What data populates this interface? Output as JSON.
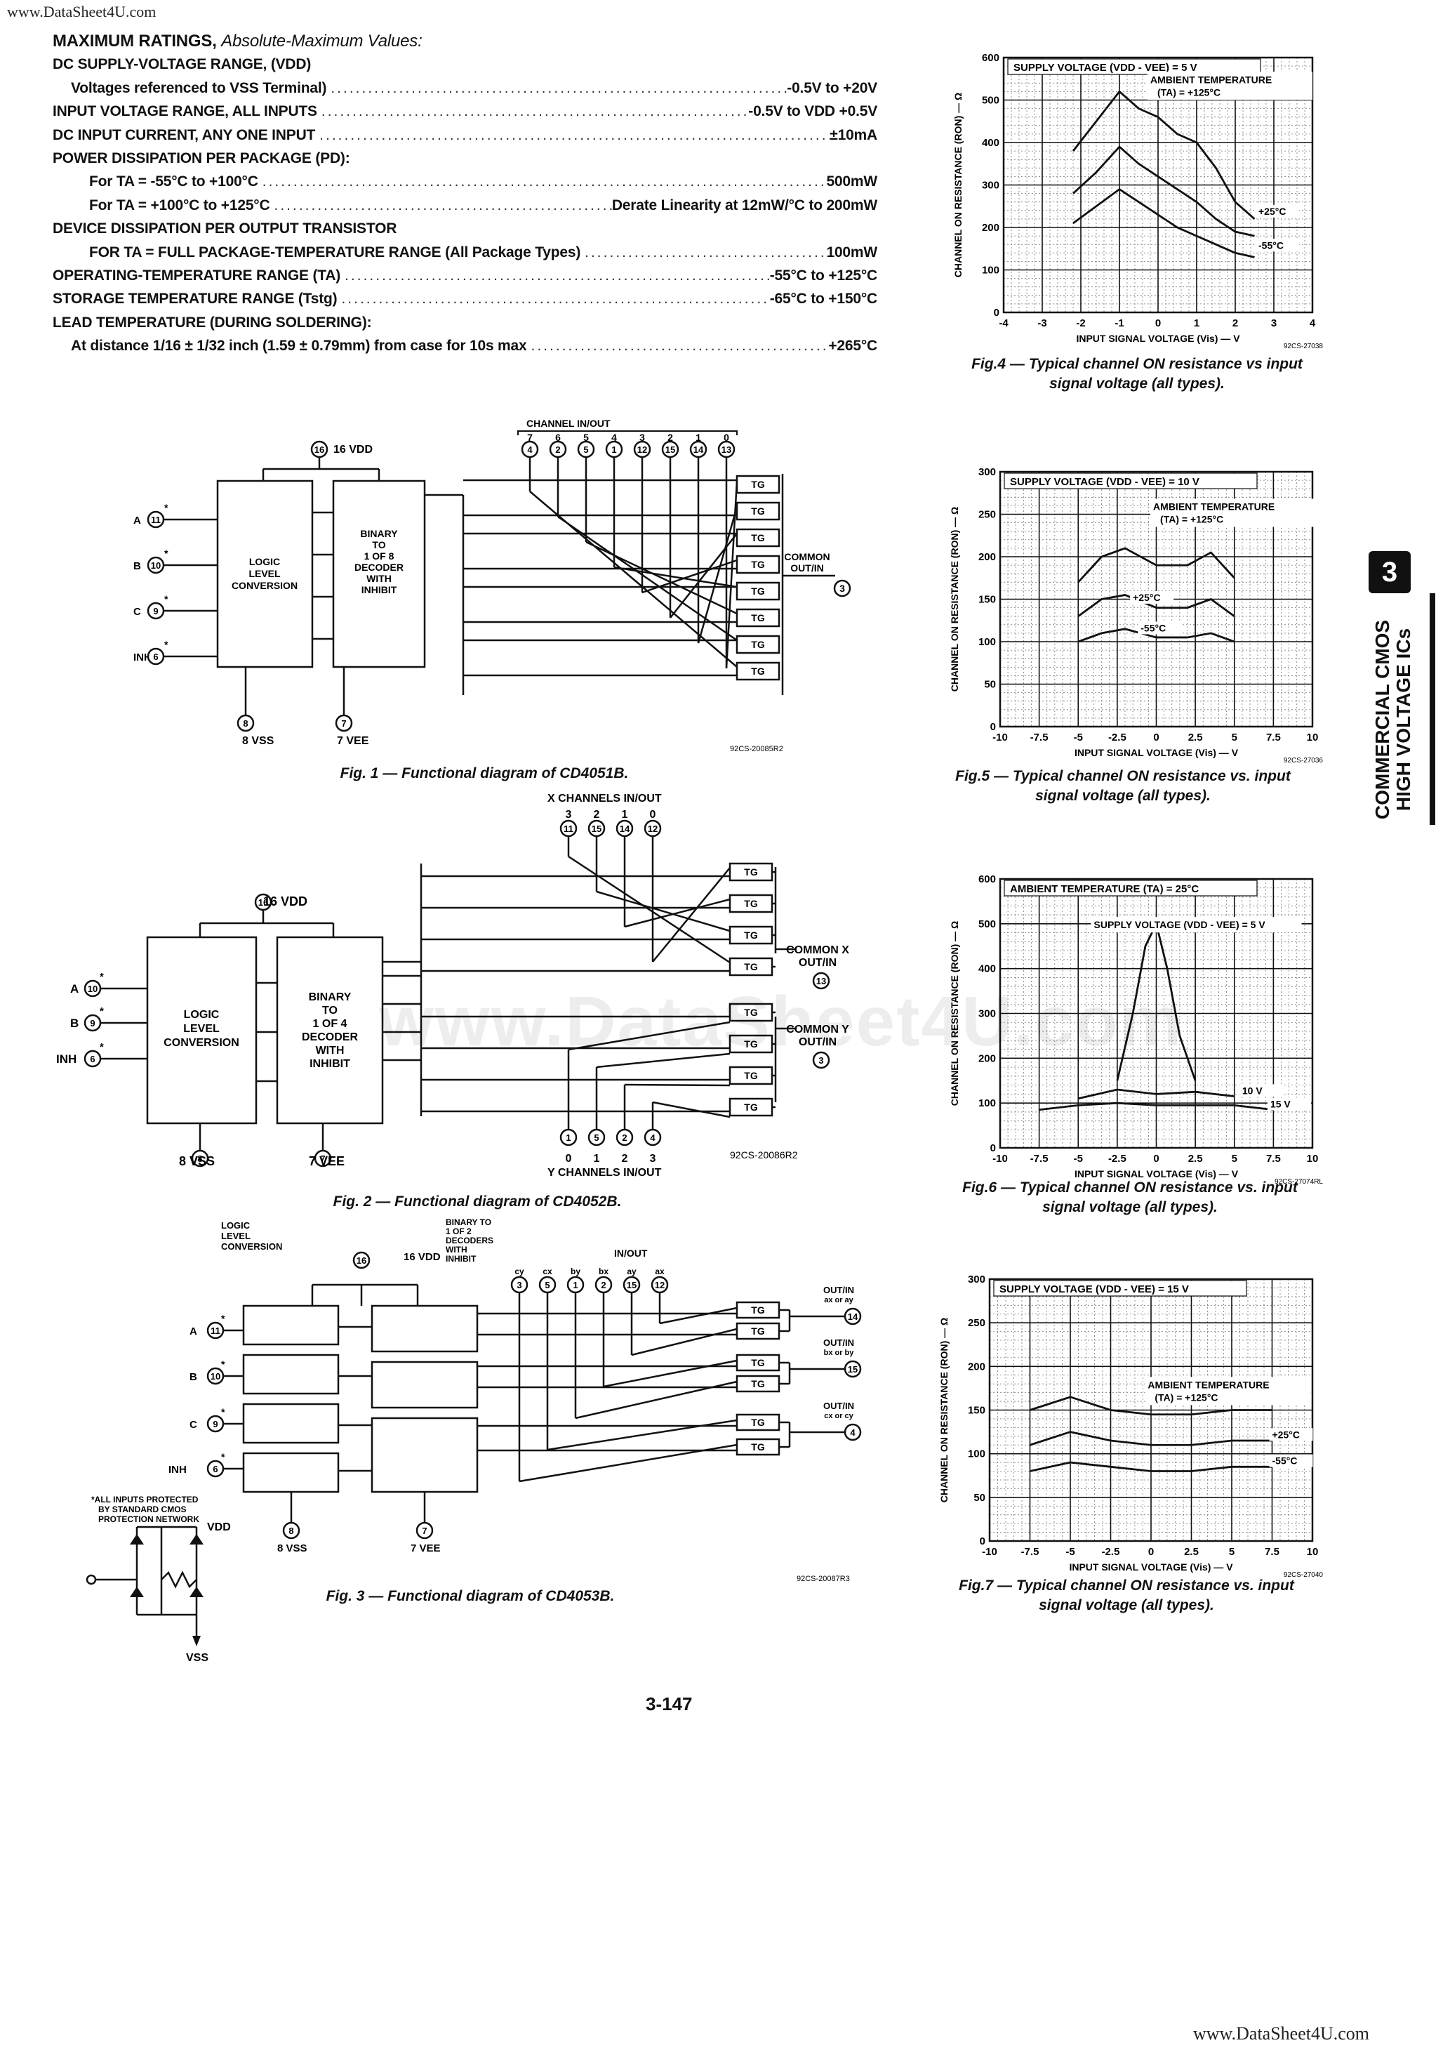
{
  "header": {
    "url_top": "www.DataSheet4U.com",
    "url_bottom": "www.DataSheet4U.com",
    "watermark": "www.DataSheet4U.com"
  },
  "ratings": {
    "title": "MAXIMUM RATINGS,",
    "title_italic": "Absolute-Maximum Values:",
    "rows": [
      {
        "label": "DC SUPPLY-VOLTAGE RANGE, (VDD)",
        "value": ""
      },
      {
        "label": "Voltages referenced to VSS Terminal)",
        "value": "-0.5V to +20V"
      },
      {
        "label": "INPUT VOLTAGE RANGE, ALL INPUTS",
        "value": "-0.5V to VDD +0.5V"
      },
      {
        "label": "DC INPUT CURRENT, ANY ONE INPUT",
        "value": "±10mA"
      },
      {
        "label": "POWER DISSIPATION PER PACKAGE (PD):",
        "value": ""
      },
      {
        "label": "For TA = -55°C to +100°C",
        "value": "500mW"
      },
      {
        "label": "For TA = +100°C to +125°C",
        "value": "Derate Linearity at 12mW/°C to 200mW"
      },
      {
        "label": "DEVICE DISSIPATION PER OUTPUT TRANSISTOR",
        "value": ""
      },
      {
        "label": "FOR TA = FULL PACKAGE-TEMPERATURE RANGE (All Package Types)",
        "value": "100mW"
      },
      {
        "label": "OPERATING-TEMPERATURE RANGE (TA)",
        "value": "-55°C to +125°C"
      },
      {
        "label": "STORAGE TEMPERATURE RANGE (Tstg)",
        "value": "-65°C to +150°C"
      },
      {
        "label": "LEAD TEMPERATURE (DURING SOLDERING):",
        "value": ""
      },
      {
        "label": "At distance 1/16 ± 1/32 inch (1.59 ± 0.79mm) from case for 10s max",
        "value": "+265°C"
      }
    ]
  },
  "fig1": {
    "caption": "Fig. 1 — Functional diagram of CD4051B.",
    "code": "92CS-20085R2",
    "channel_title": "CHANNEL IN/OUT",
    "channel_nums": [
      "7",
      "6",
      "5",
      "4",
      "3",
      "2",
      "1",
      "0"
    ],
    "channel_pins": [
      "4",
      "2",
      "5",
      "1",
      "12",
      "15",
      "14",
      "13"
    ],
    "vdd": "VDD",
    "vdd_pin": "16",
    "vss": "VSS",
    "vss_pin": "8",
    "vee": "VEE",
    "vee_pin": "7",
    "inputs": [
      {
        "name": "A",
        "pin": "11"
      },
      {
        "name": "B",
        "pin": "10"
      },
      {
        "name": "C",
        "pin": "9"
      },
      {
        "name": "INH",
        "pin": "6"
      }
    ],
    "block1": [
      "LOGIC",
      "LEVEL",
      "CONVERSION"
    ],
    "block2": [
      "BINARY",
      "TO",
      "1 OF 8",
      "DECODER",
      "WITH",
      "INHIBIT"
    ],
    "tg": "TG",
    "common": [
      "COMMON",
      "OUT/IN"
    ],
    "common_pin": "3"
  },
  "fig2": {
    "caption": "Fig. 2 — Functional diagram of CD4052B.",
    "code": "92CS-20086R2",
    "x_title": "X CHANNELS IN/OUT",
    "x_nums": [
      "3",
      "2",
      "1",
      "0"
    ],
    "x_pins": [
      "11",
      "15",
      "14",
      "12"
    ],
    "y_title": "Y CHANNELS IN/OUT",
    "y_nums": [
      "0",
      "1",
      "2",
      "3"
    ],
    "y_pins": [
      "1",
      "5",
      "2",
      "4"
    ],
    "vdd": "VDD",
    "vdd_pin": "16",
    "vss": "VSS",
    "vss_pin": "8",
    "vee": "VEE",
    "vee_pin": "7",
    "inputs": [
      {
        "name": "A",
        "pin": "10"
      },
      {
        "name": "B",
        "pin": "9"
      },
      {
        "name": "INH",
        "pin": "6"
      }
    ],
    "block1": [
      "LOGIC",
      "LEVEL",
      "CONVERSION"
    ],
    "block2": [
      "BINARY",
      "TO",
      "1 OF 4",
      "DECODER",
      "WITH",
      "INHIBIT"
    ],
    "tg": "TG",
    "common_x": [
      "COMMON X",
      "OUT/IN"
    ],
    "common_x_pin": "13",
    "common_y": [
      "COMMON Y",
      "OUT/IN"
    ],
    "common_y_pin": "3"
  },
  "fig3": {
    "caption": "Fig. 3 — Functional diagram of CD4053B.",
    "code": "92CS-20087R3",
    "logic_lbl": [
      "LOGIC",
      "LEVEL",
      "CONVERSION"
    ],
    "binary_lbl": [
      "BINARY TO",
      "1 OF 2",
      "DECODERS",
      "WITH",
      "INHIBIT"
    ],
    "inout": "IN/OUT",
    "chan": [
      "cy",
      "cx",
      "by",
      "bx",
      "ay",
      "ax"
    ],
    "chan_pins": [
      "3",
      "5",
      "1",
      "2",
      "15",
      "12"
    ],
    "vdd": "VDD",
    "vdd_pin": "16",
    "vss": "VSS",
    "vss_pin": "8",
    "vee": "VEE",
    "vee_pin": "7",
    "inputs": [
      {
        "name": "A",
        "pin": "11"
      },
      {
        "name": "B",
        "pin": "10"
      },
      {
        "name": "C",
        "pin": "9"
      },
      {
        "name": "INH",
        "pin": "6"
      }
    ],
    "tg": "TG",
    "outs": [
      {
        "l1": "OUT/IN",
        "l2": "ax or ay",
        "pin": "14"
      },
      {
        "l1": "OUT/IN",
        "l2": "bx or by",
        "pin": "15"
      },
      {
        "l1": "OUT/IN",
        "l2": "cx or cy",
        "pin": "4"
      }
    ],
    "protect_note": [
      "*ALL INPUTS PROTECTED",
      "BY STANDARD CMOS",
      "PROTECTION NETWORK"
    ],
    "vdd2": "VDD",
    "vss2": "VSS"
  },
  "graphs": [
    {
      "caption1": "Fig.4 — Typical channel ON resistance vs input",
      "caption2": "signal voltage (all types).",
      "title": "SUPPLY VOLTAGE (VDD - VEE) = 5 V",
      "annot1": "AMBIENT TEMPERATURE",
      "annot2": "(TA) = +125°C",
      "labels": [
        "+25°C",
        "-55°C"
      ],
      "ylabel": "CHANNEL ON RESISTANCE (RON) — Ω",
      "xlabel": "INPUT SIGNAL VOLTAGE (Vis) — V",
      "code": "92CS-27038"
    },
    {
      "caption1": "Fig.5 — Typical channel ON resistance vs. input",
      "caption2": "signal voltage (all types).",
      "title": "SUPPLY VOLTAGE (VDD - VEE) = 10 V",
      "annot1": "AMBIENT TEMPERATURE",
      "annot2": "(TA) = +125°C",
      "labels": [
        "+25°C",
        "-55°C"
      ],
      "ylabel": "CHANNEL ON RESISTANCE (RON) — Ω",
      "xlabel": "INPUT SIGNAL VOLTAGE (Vis) — V",
      "code": "92CS-27036"
    },
    {
      "caption1": "Fig.6 — Typical channel ON resistance vs. input",
      "caption2": "signal voltage (all types).",
      "title": "AMBIENT TEMPERATURE (TA) = 25°C",
      "annot1": "SUPPLY VOLTAGE (VDD - VEE) = 5 V",
      "annot2": "",
      "labels": [
        "10 V",
        "15 V"
      ],
      "ylabel": "CHANNEL ON RESISTANCE (RON) — Ω",
      "xlabel": "INPUT SIGNAL VOLTAGE (Vis) — V",
      "code": "92CS-27074RL"
    },
    {
      "caption1": "Fig.7 — Typical channel ON resistance vs. input",
      "caption2": "signal voltage (all types).",
      "title": "SUPPLY VOLTAGE (VDD - VEE) = 15 V",
      "annot1": "AMBIENT TEMPERATURE",
      "annot2": "(TA) = +125°C",
      "labels": [
        "+25°C",
        "-55°C"
      ],
      "ylabel": "CHANNEL ON RESISTANCE (RON) — Ω",
      "xlabel": "INPUT SIGNAL VOLTAGE (Vis) — V",
      "code": "92CS-27040"
    }
  ],
  "chart_data": [
    {
      "type": "line",
      "title": "SUPPLY VOLTAGE (VDD - VEE) = 5 V",
      "xlabel": "INPUT SIGNAL VOLTAGE (Vis) — V",
      "ylabel": "CHANNEL ON RESISTANCE (RON) — Ω",
      "xlim": [
        -4,
        4
      ],
      "ylim": [
        0,
        600
      ],
      "xticks": [
        -4,
        -3,
        -2,
        -1,
        0,
        1,
        2,
        3,
        4
      ],
      "yticks": [
        100,
        200,
        300,
        400,
        500,
        600
      ],
      "grid": true,
      "series": [
        {
          "name": "+125°C",
          "x": [
            -2.2,
            -1.6,
            -1,
            -0.5,
            0,
            0.5,
            1,
            1.5,
            2,
            2.5
          ],
          "y": [
            380,
            450,
            520,
            480,
            460,
            420,
            400,
            340,
            260,
            220
          ]
        },
        {
          "name": "+25°C",
          "x": [
            -2.2,
            -1.6,
            -1,
            -0.5,
            0,
            0.5,
            1,
            1.5,
            2,
            2.5
          ],
          "y": [
            280,
            330,
            390,
            350,
            320,
            290,
            260,
            220,
            190,
            180
          ]
        },
        {
          "name": "-55°C",
          "x": [
            -2.2,
            -1.6,
            -1,
            -0.5,
            0,
            0.5,
            1,
            1.5,
            2,
            2.5
          ],
          "y": [
            210,
            250,
            290,
            260,
            230,
            200,
            180,
            160,
            140,
            130
          ]
        }
      ]
    },
    {
      "type": "line",
      "title": "SUPPLY VOLTAGE (VDD - VEE) = 10 V",
      "xlabel": "INPUT SIGNAL VOLTAGE (Vis) — V",
      "ylabel": "CHANNEL ON RESISTANCE (RON) — Ω",
      "xlim": [
        -10,
        10
      ],
      "ylim": [
        0,
        300
      ],
      "xticks": [
        -10,
        -7.5,
        -5,
        -2.5,
        0,
        2.5,
        5,
        7.5,
        10
      ],
      "yticks": [
        50,
        100,
        150,
        200,
        250,
        300
      ],
      "grid": true,
      "series": [
        {
          "name": "+125°C",
          "x": [
            -5,
            -3.5,
            -2,
            0,
            2,
            3.5,
            5
          ],
          "y": [
            170,
            200,
            210,
            190,
            190,
            205,
            175
          ]
        },
        {
          "name": "+25°C",
          "x": [
            -5,
            -3.5,
            -2,
            0,
            2,
            3.5,
            5
          ],
          "y": [
            130,
            150,
            155,
            140,
            140,
            150,
            130
          ]
        },
        {
          "name": "-55°C",
          "x": [
            -5,
            -3.5,
            -2,
            0,
            2,
            3.5,
            5
          ],
          "y": [
            100,
            110,
            115,
            105,
            105,
            110,
            100
          ]
        }
      ]
    },
    {
      "type": "line",
      "title": "AMBIENT TEMPERATURE (TA) = 25°C",
      "xlabel": "INPUT SIGNAL VOLTAGE (Vis) — V",
      "ylabel": "CHANNEL ON RESISTANCE (RON) — Ω",
      "xlim": [
        -10,
        10
      ],
      "ylim": [
        0,
        600
      ],
      "xticks": [
        -10,
        -7.5,
        -5,
        -2.5,
        0,
        2.5,
        5,
        7.5,
        10
      ],
      "yticks": [
        100,
        200,
        300,
        400,
        500,
        600
      ],
      "grid": true,
      "series": [
        {
          "name": "5 V",
          "x": [
            -2.5,
            -1.5,
            -0.7,
            0,
            0.7,
            1.5,
            2.5
          ],
          "y": [
            150,
            300,
            450,
            500,
            400,
            250,
            150
          ]
        },
        {
          "name": "10 V",
          "x": [
            -5,
            -2.5,
            0,
            2.5,
            5
          ],
          "y": [
            110,
            130,
            120,
            125,
            115
          ]
        },
        {
          "name": "15 V",
          "x": [
            -7.5,
            -5,
            -2.5,
            0,
            2.5,
            5,
            7.5
          ],
          "y": [
            85,
            95,
            100,
            95,
            95,
            95,
            85
          ]
        }
      ]
    },
    {
      "type": "line",
      "title": "SUPPLY VOLTAGE (VDD - VEE) = 15 V",
      "xlabel": "INPUT SIGNAL VOLTAGE (Vis) — V",
      "ylabel": "CHANNEL ON RESISTANCE (RON) — Ω",
      "xlim": [
        -10,
        10
      ],
      "ylim": [
        0,
        300
      ],
      "xticks": [
        -10,
        -7.5,
        -5,
        -2.5,
        0,
        2.5,
        5,
        7.5,
        10
      ],
      "yticks": [
        50,
        100,
        150,
        200,
        250,
        300
      ],
      "grid": true,
      "series": [
        {
          "name": "+125°C",
          "x": [
            -7.5,
            -5,
            -2.5,
            0,
            2.5,
            5,
            7.5
          ],
          "y": [
            150,
            165,
            150,
            145,
            145,
            150,
            150
          ]
        },
        {
          "name": "+25°C",
          "x": [
            -7.5,
            -5,
            -2.5,
            0,
            2.5,
            5,
            7.5
          ],
          "y": [
            110,
            125,
            115,
            110,
            110,
            115,
            115
          ]
        },
        {
          "name": "-55°C",
          "x": [
            -7.5,
            -5,
            -2.5,
            0,
            2.5,
            5,
            7.5
          ],
          "y": [
            80,
            90,
            85,
            80,
            80,
            85,
            85
          ]
        }
      ]
    }
  ],
  "page_number": "3-147",
  "side": {
    "badge": "3",
    "line1": "COMMERCIAL CMOS",
    "line2": "HIGH VOLTAGE ICs"
  }
}
